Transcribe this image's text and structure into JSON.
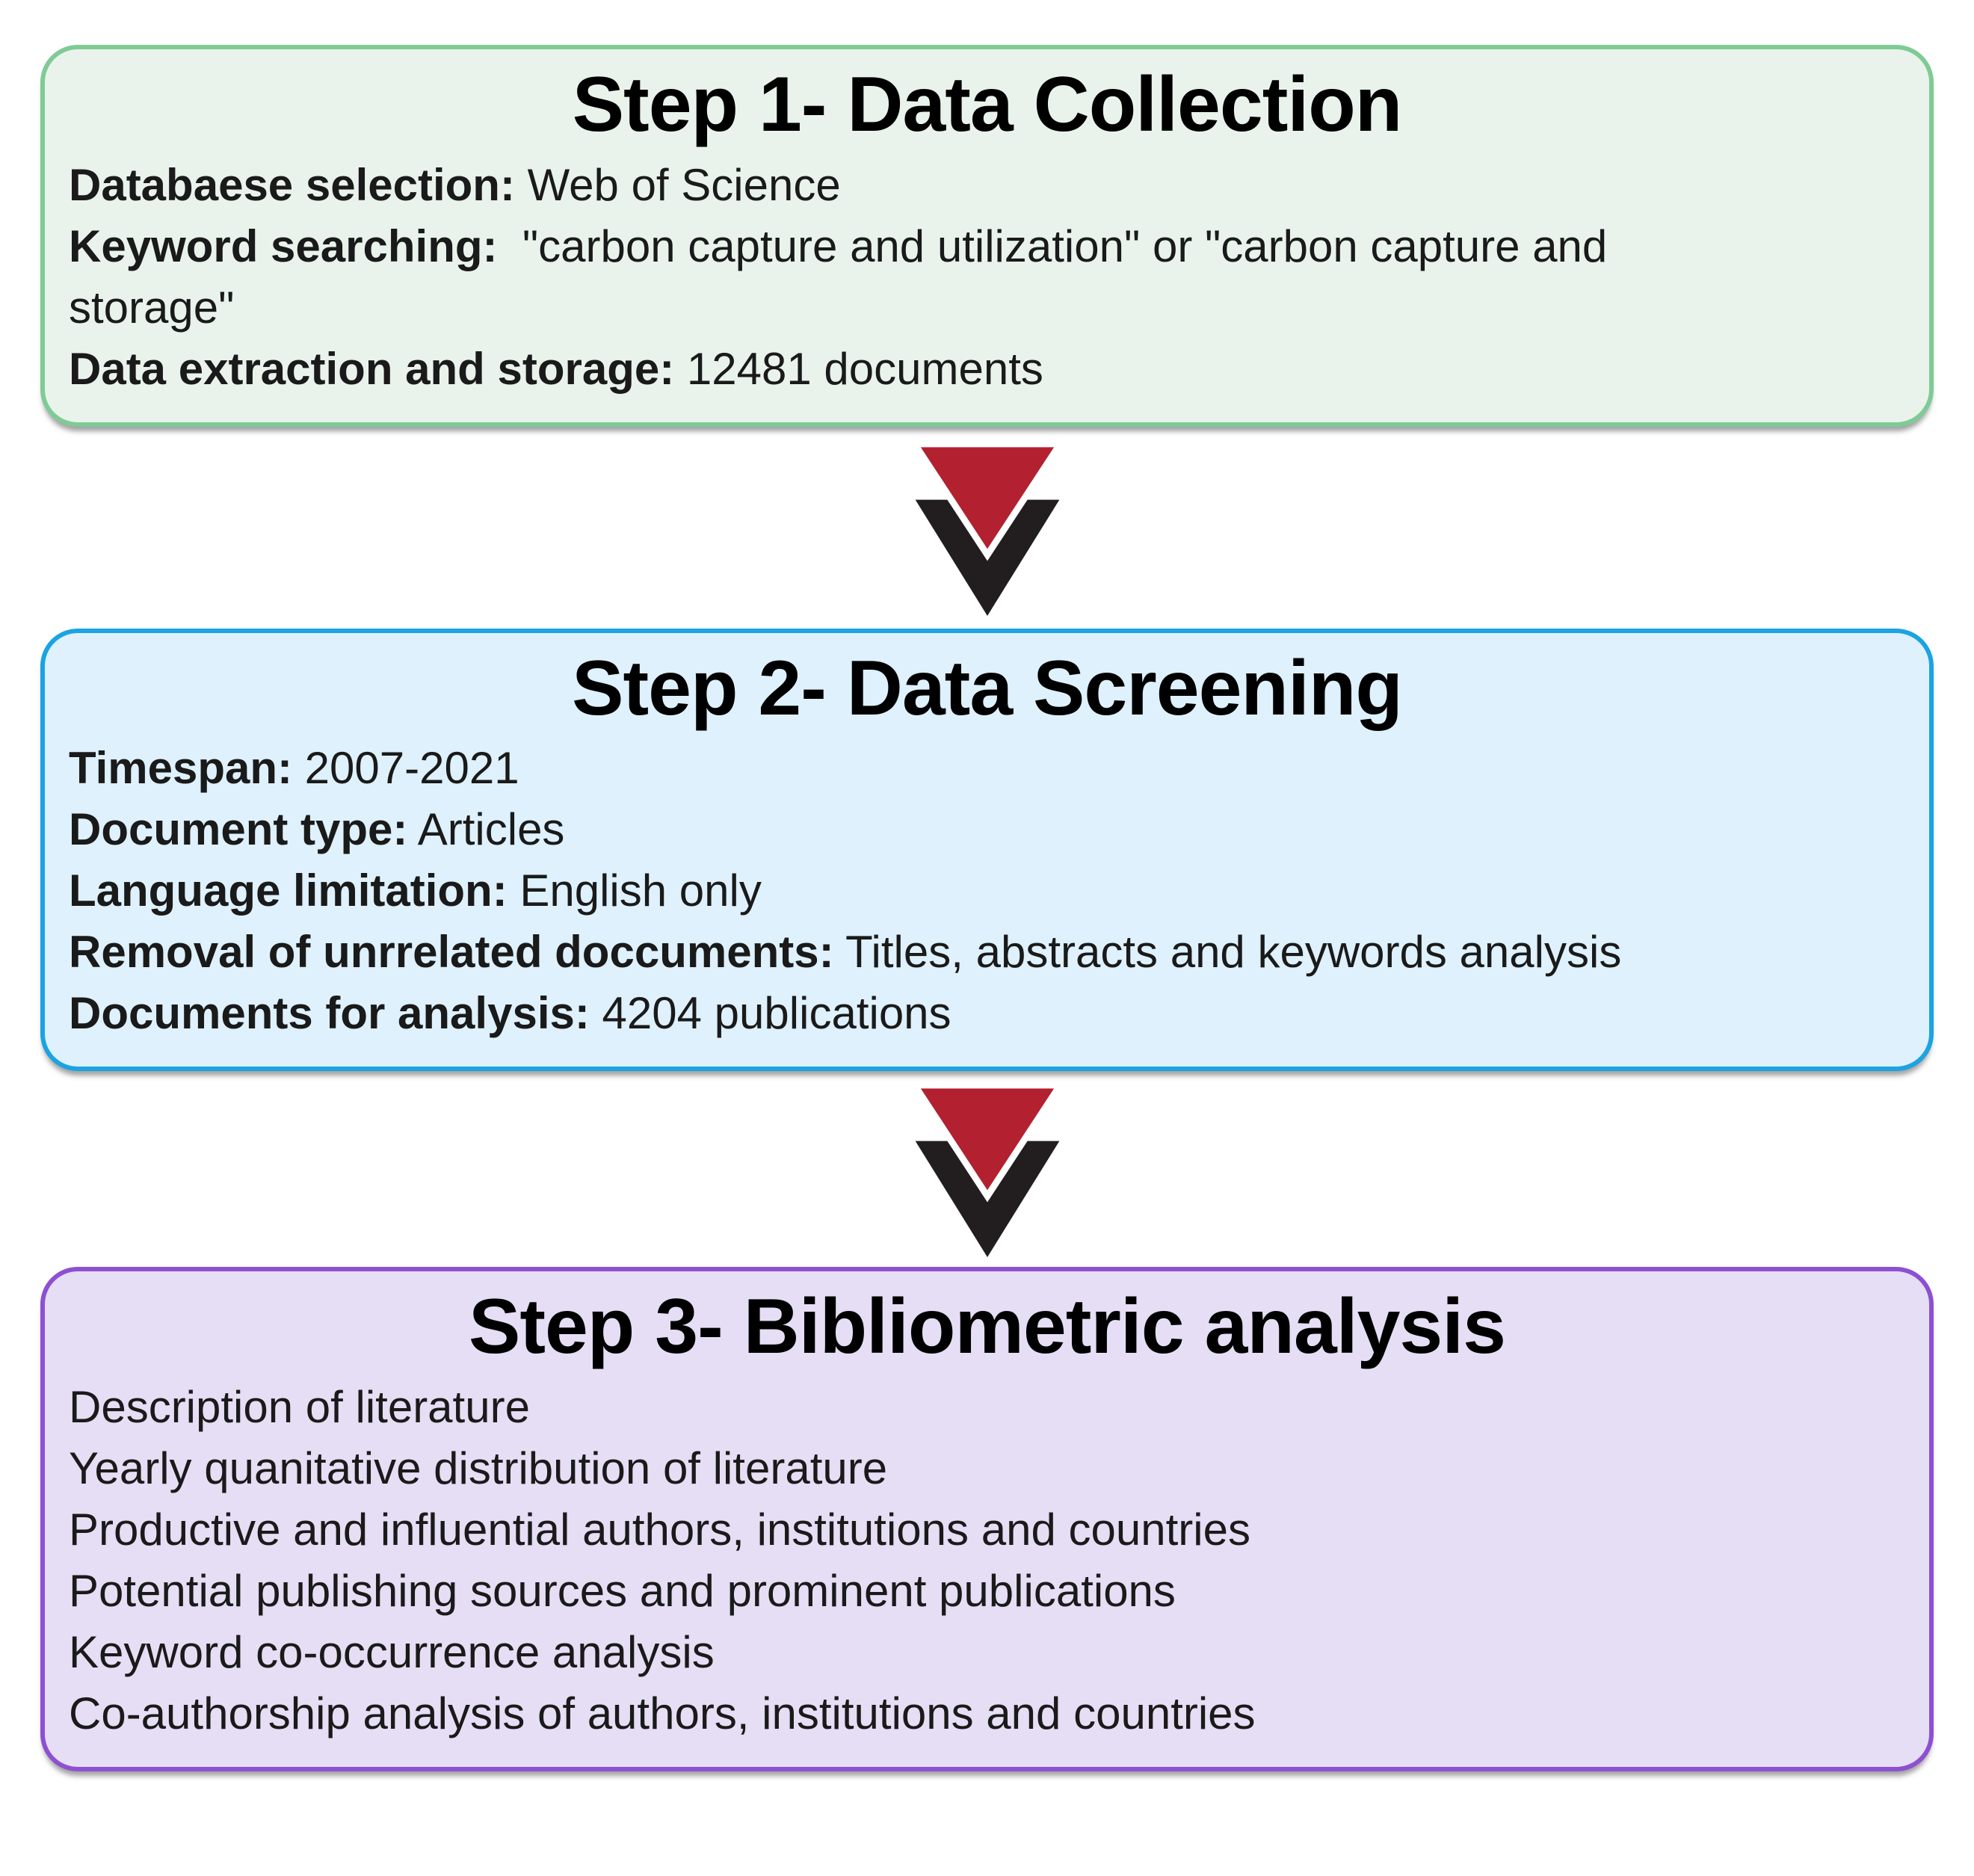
{
  "figure": {
    "steps": [
      {
        "title": "Step 1- Data Collection",
        "lines": [
          {
            "label": "Databaese selection:",
            "value": " Web of Science"
          },
          {
            "label": "Keyword searching:",
            "value": "  \"carbon capture and utilization\" or \"carbon capture and\nstorage\""
          },
          {
            "label": "Data extraction and storage:",
            "value": " 12481 documents"
          }
        ],
        "colors": {
          "fill": "#e9f3ec",
          "border": "#7ecb96"
        }
      },
      {
        "title": "Step 2- Data Screening",
        "lines": [
          {
            "label": "Timespan:",
            "value": " 2007-2021"
          },
          {
            "label": "Document type:",
            "value": " Articles"
          },
          {
            "label": "Language limitation:",
            "value": " English only"
          },
          {
            "label": "Removal of unrrelated doccuments:",
            "value": " Titles, abstracts and keywords analysis"
          },
          {
            "label": "Documents for analysis:",
            "value": " 4204 publications"
          }
        ],
        "colors": {
          "fill": "#def1fc",
          "border": "#1ba3e2"
        }
      },
      {
        "title": "Step 3- Bibliometric analysis",
        "lines": [
          {
            "label": "",
            "value": "Description of literature"
          },
          {
            "label": "",
            "value": "Yearly quanitative distribution of literature"
          },
          {
            "label": "",
            "value": "Productive and influential authors, institutions and countries"
          },
          {
            "label": "",
            "value": "Potential publishing sources and prominent publications"
          },
          {
            "label": "",
            "value": "Keyword co-occurrence analysis"
          },
          {
            "label": "",
            "value": "Co-authorship analysis of authors, institutions and countries"
          }
        ],
        "colors": {
          "fill": "#e6def4",
          "border": "#8e50d2"
        }
      }
    ],
    "arrow_colors": {
      "red": "#b32030",
      "dark": "#221e1f"
    }
  }
}
